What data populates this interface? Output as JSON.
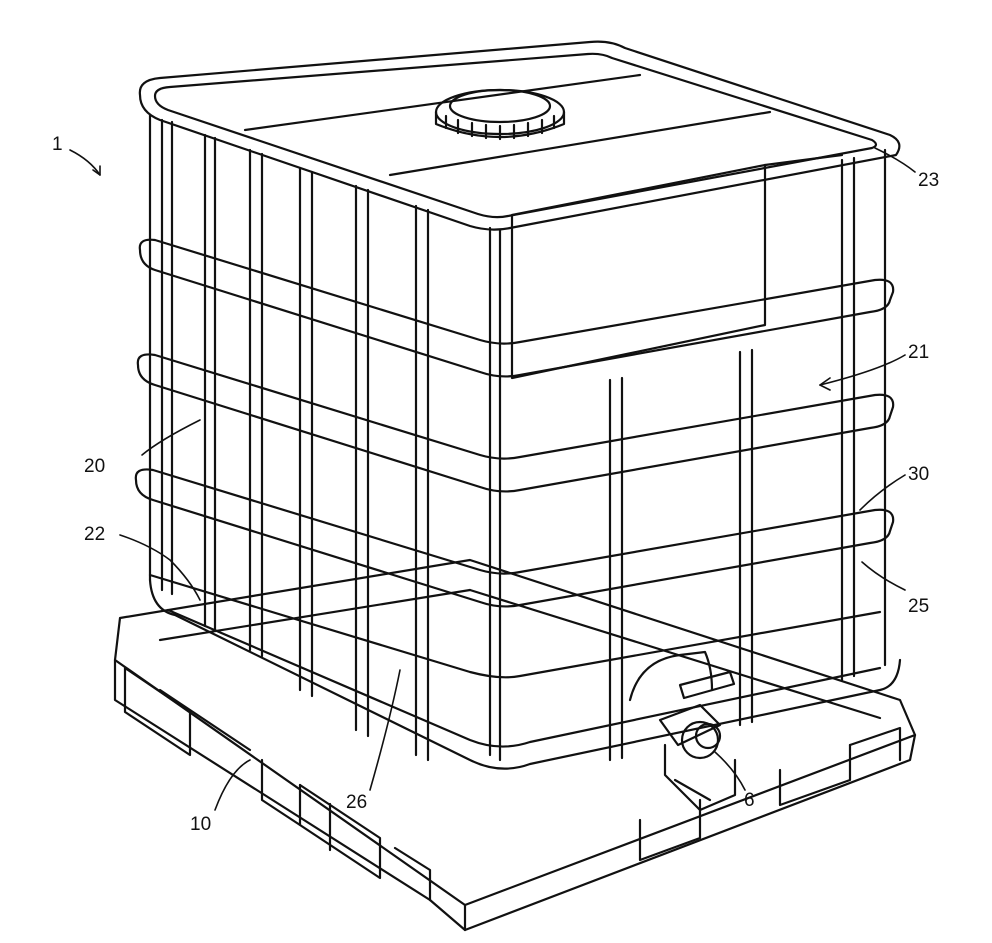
{
  "figure": {
    "colors": {
      "ink": "#111111",
      "paper": "#ffffff"
    },
    "labels": {
      "l1": "1",
      "l23": "23",
      "l21": "21",
      "l20": "20",
      "l30": "30",
      "l22": "22",
      "l25": "25",
      "l10": "10",
      "l26": "26",
      "l6": "6"
    }
  }
}
